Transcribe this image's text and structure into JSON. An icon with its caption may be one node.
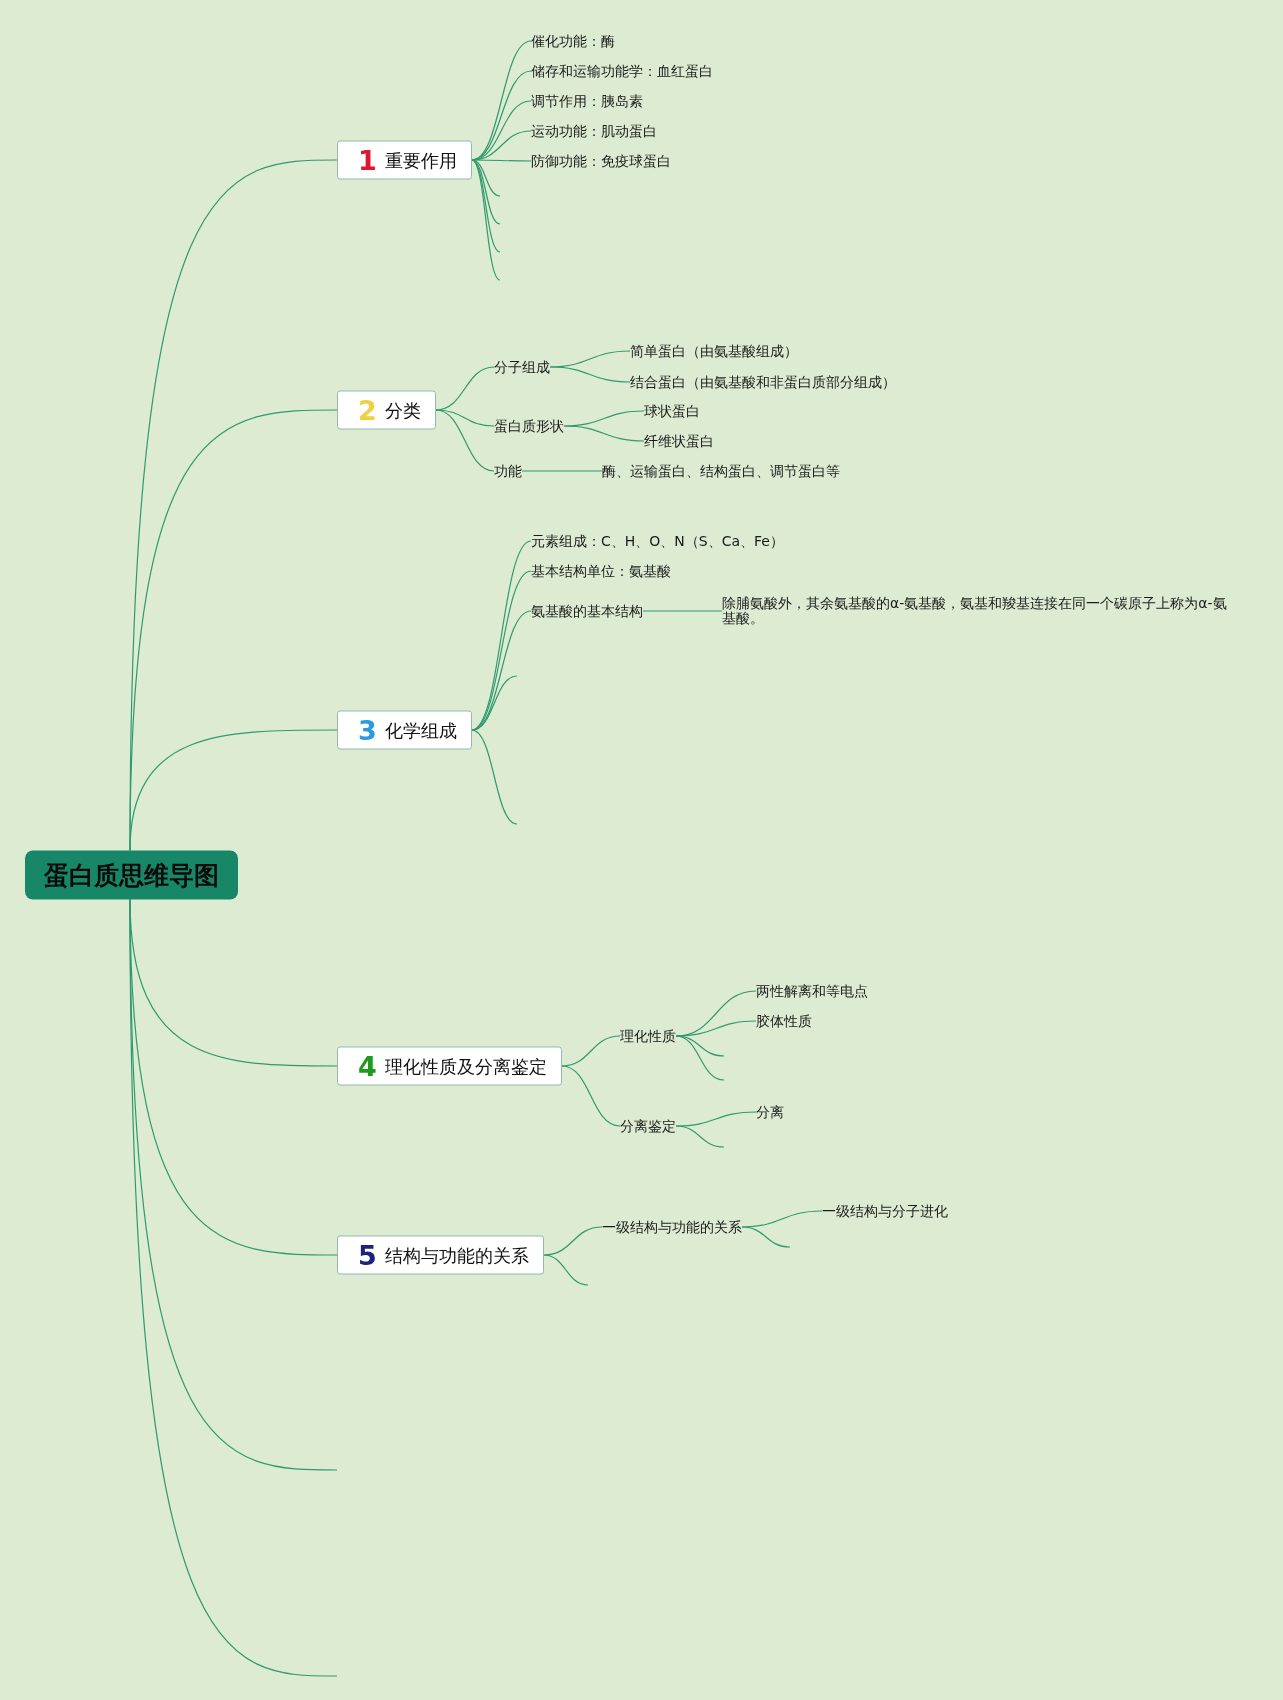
{
  "diagram": {
    "nodes": [
      {
        "text": [
          "蛋白质思维导图"
        ]
      },
      {
        "text": [
          "1",
          "重要作用"
        ]
      },
      {
        "text": [
          "催化功能：酶"
        ]
      },
      {
        "text": [
          "储存和运输功能学：血红蛋白"
        ]
      },
      {
        "text": [
          "调节作用：胰岛素"
        ]
      },
      {
        "text": [
          "运动功能：肌动蛋白"
        ]
      },
      {
        "text": [
          "防御功能：免疫球蛋白"
        ]
      },
      {
        "text": [
          "2",
          "分类"
        ]
      },
      {
        "text": [
          "分子组成"
        ]
      },
      {
        "text": [
          "简单蛋白（由氨基酸组成）"
        ]
      },
      {
        "text": [
          "结合蛋白（由氨基酸和非蛋白质部分组成）"
        ]
      },
      {
        "text": [
          "蛋白质形状"
        ]
      },
      {
        "text": [
          "球状蛋白"
        ]
      },
      {
        "text": [
          "纤维状蛋白"
        ]
      },
      {
        "text": [
          "功能"
        ]
      },
      {
        "text": [
          "酶、运输蛋白、结构蛋白、调节蛋白等"
        ]
      },
      {
        "text": [
          "3",
          "化学组成"
        ]
      },
      {
        "text": [
          "元素组成：C、H、O、N（S、Ca、Fe）"
        ]
      },
      {
        "text": [
          "基本结构单位：氨基酸"
        ]
      },
      {
        "text": [
          "氨基酸的基本结构"
        ]
      },
      {
        "text": [
          "除脯氨酸外，其余氨基酸的α-氨基酸，氨基和羧基连接在同一个碳原子上称为α-氨基酸。"
        ]
      },
      {
        "text": [
          "4",
          "理化性质及分离鉴定"
        ]
      },
      {
        "text": [
          "理化性质"
        ]
      },
      {
        "text": [
          "两性解离和等电点"
        ]
      },
      {
        "text": [
          "胶体性质"
        ]
      },
      {
        "text": [
          "分离鉴定"
        ]
      },
      {
        "text": [
          "分离"
        ]
      },
      {
        "text": [
          "5",
          "结构与功能的关系"
        ]
      },
      {
        "text": [
          "一级结构与功能的关系"
        ]
      },
      {
        "text": [
          "一级结构与分子进化"
        ]
      }
    ],
    "edges": [
      {
        "from": 0,
        "to": 1,
        "arrow": "none"
      },
      {
        "from": 0,
        "to": 7,
        "arrow": "none"
      },
      {
        "from": 0,
        "to": 16,
        "arrow": "none"
      },
      {
        "from": 0,
        "to": 21,
        "arrow": "none"
      },
      {
        "from": 0,
        "to": 27,
        "arrow": "none"
      },
      {
        "from": 0,
        "to": null,
        "arrow": "none"
      },
      {
        "from": 0,
        "to": null,
        "arrow": "none"
      },
      {
        "from": 1,
        "to": 2,
        "arrow": "none"
      },
      {
        "from": 1,
        "to": 3,
        "arrow": "none"
      },
      {
        "from": 1,
        "to": 4,
        "arrow": "none"
      },
      {
        "from": 1,
        "to": 5,
        "arrow": "none"
      },
      {
        "from": 1,
        "to": 6,
        "arrow": "none"
      },
      {
        "from": 1,
        "to": null,
        "arrow": "none"
      },
      {
        "from": 1,
        "to": null,
        "arrow": "none"
      },
      {
        "from": 1,
        "to": null,
        "arrow": "none"
      },
      {
        "from": 1,
        "to": null,
        "arrow": "none"
      },
      {
        "from": 7,
        "to": 8,
        "arrow": "none"
      },
      {
        "from": 8,
        "to": 9,
        "arrow": "none"
      },
      {
        "from": 8,
        "to": 10,
        "arrow": "none"
      },
      {
        "from": 7,
        "to": 11,
        "arrow": "none"
      },
      {
        "from": 11,
        "to": 12,
        "arrow": "none"
      },
      {
        "from": 11,
        "to": 13,
        "arrow": "none"
      },
      {
        "from": 7,
        "to": 14,
        "arrow": "none"
      },
      {
        "from": 14,
        "to": 15,
        "arrow": "none"
      },
      {
        "from": 16,
        "to": 17,
        "arrow": "none"
      },
      {
        "from": 16,
        "to": 18,
        "arrow": "none"
      },
      {
        "from": 16,
        "to": 19,
        "arrow": "none"
      },
      {
        "from": 19,
        "to": 20,
        "arrow": "none"
      },
      {
        "from": 16,
        "to": null,
        "arrow": "none"
      },
      {
        "from": 16,
        "to": null,
        "arrow": "none"
      },
      {
        "from": 21,
        "to": 22,
        "arrow": "none"
      },
      {
        "from": 22,
        "to": 23,
        "arrow": "none"
      },
      {
        "from": 22,
        "to": 24,
        "arrow": "none"
      },
      {
        "from": 22,
        "to": null,
        "arrow": "none"
      },
      {
        "from": 22,
        "to": null,
        "arrow": "none"
      },
      {
        "from": 21,
        "to": 25,
        "arrow": "none"
      },
      {
        "from": 25,
        "to": 26,
        "arrow": "none"
      },
      {
        "from": 25,
        "to": null,
        "arrow": "none"
      },
      {
        "from": 27,
        "to": 28,
        "arrow": "none"
      },
      {
        "from": 28,
        "to": 29,
        "arrow": "none"
      },
      {
        "from": 28,
        "to": null,
        "arrow": "none"
      },
      {
        "from": 27,
        "to": null,
        "arrow": "none"
      }
    ]
  }
}
